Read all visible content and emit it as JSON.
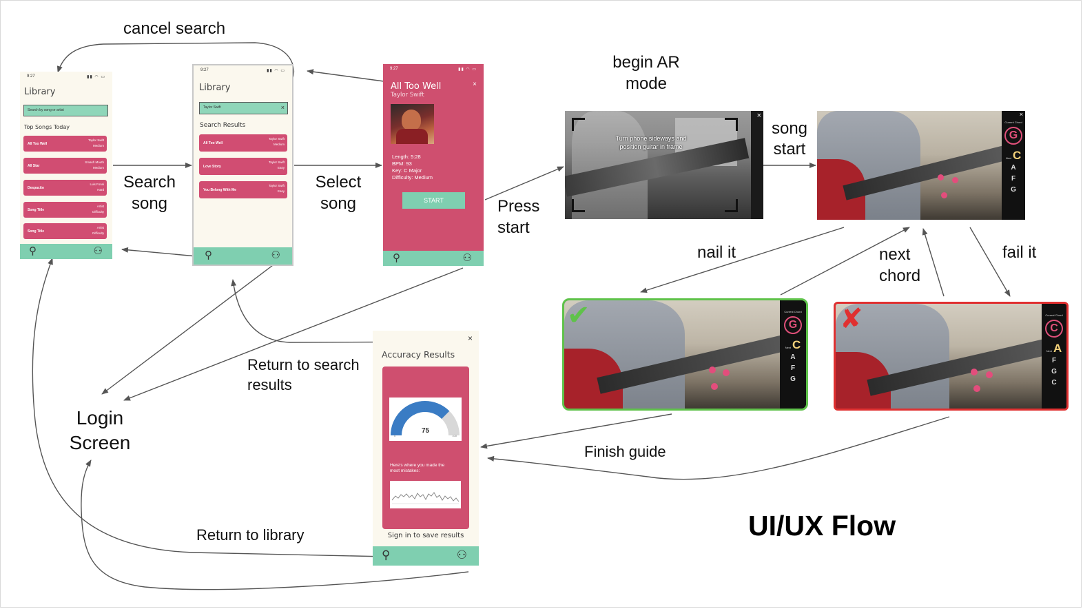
{
  "title": "UI/UX Flow",
  "flow_labels": {
    "cancel_search": "cancel search",
    "search_song_1": "Search",
    "search_song_2": "song",
    "select_song_1": "Select",
    "select_song_2": "song",
    "press_start_1": "Press",
    "press_start_2": "start",
    "begin_ar_1": "begin AR",
    "begin_ar_2": "mode",
    "song_start_1": "song",
    "song_start_2": "start",
    "nail_it": "nail it",
    "next_chord_1": "next",
    "next_chord_2": "chord",
    "fail_it": "fail it",
    "finish_guide": "Finish guide",
    "return_search_1": "Return to search",
    "return_search_2": "results",
    "return_library": "Return to library",
    "login_1": "Login",
    "login_2": "Screen"
  },
  "phone_status": {
    "time": "9:27",
    "signal": "▮▮ ◠ ▭"
  },
  "library_screen": {
    "title": "Library",
    "search_placeholder": "Search by song or artist",
    "section": "Top Songs Today",
    "songs": [
      {
        "title": "All Too Well",
        "artist": "Taylor Swift",
        "difficulty": "Medium"
      },
      {
        "title": "All Star",
        "artist": "Smash Mouth",
        "difficulty": "Medium"
      },
      {
        "title": "Despacito",
        "artist": "Luis Fonsi",
        "difficulty": "Hard"
      },
      {
        "title": "Song Title",
        "artist": "Artist",
        "difficulty": "Difficulty"
      },
      {
        "title": "Song Title",
        "artist": "Artist",
        "difficulty": "Difficulty"
      }
    ]
  },
  "search_screen": {
    "title": "Library",
    "search_value": "Taylor Swift",
    "clear": "×",
    "section": "Search Results",
    "songs": [
      {
        "title": "All Too Well",
        "artist": "Taylor Swift",
        "difficulty": "Medium"
      },
      {
        "title": "Love Story",
        "artist": "Taylor Swift",
        "difficulty": "Easy"
      },
      {
        "title": "You Belong With Me",
        "artist": "Taylor Swift",
        "difficulty": "Easy"
      }
    ]
  },
  "song_screen": {
    "title": "All Too Well",
    "artist": "Taylor Swift",
    "close": "×",
    "length": "Length: 5:28",
    "bpm": "BPM: 93",
    "key": "Key: C Major",
    "difficulty": "Difficulty: Medium",
    "start": "START"
  },
  "ar_screen": {
    "instruction_1": "Turn phone sideways and",
    "instruction_2": "position guitar in frame",
    "close": "×"
  },
  "chord_sidebar": {
    "current_label": "Current Chord",
    "next_label": "Next",
    "play": {
      "current": "G",
      "next": "C",
      "upcoming": [
        "A",
        "F",
        "G"
      ]
    },
    "nail": {
      "current": "G",
      "next": "C",
      "upcoming": [
        "A",
        "F",
        "G"
      ]
    },
    "fail": {
      "current": "C",
      "next": "A",
      "upcoming": [
        "F",
        "G",
        "C"
      ]
    }
  },
  "marks": {
    "check": "✔",
    "cross": "✘"
  },
  "results_screen": {
    "close": "×",
    "title": "Accuracy Results",
    "score": "75",
    "gauge_min": "0",
    "gauge_max": "100",
    "gauge_value": 0.75,
    "mistakes_1": "Here's where you made the",
    "mistakes_2": "most mistakes:",
    "signin": "Sign in to save results"
  },
  "icons": {
    "search": "search-icon",
    "profile": "profile-icon"
  },
  "colors": {
    "pink": "#cf4f6f",
    "mint": "#7fcfb0",
    "cream": "#fbf8ee",
    "success": "#5fc24a",
    "fail": "#e03030"
  }
}
